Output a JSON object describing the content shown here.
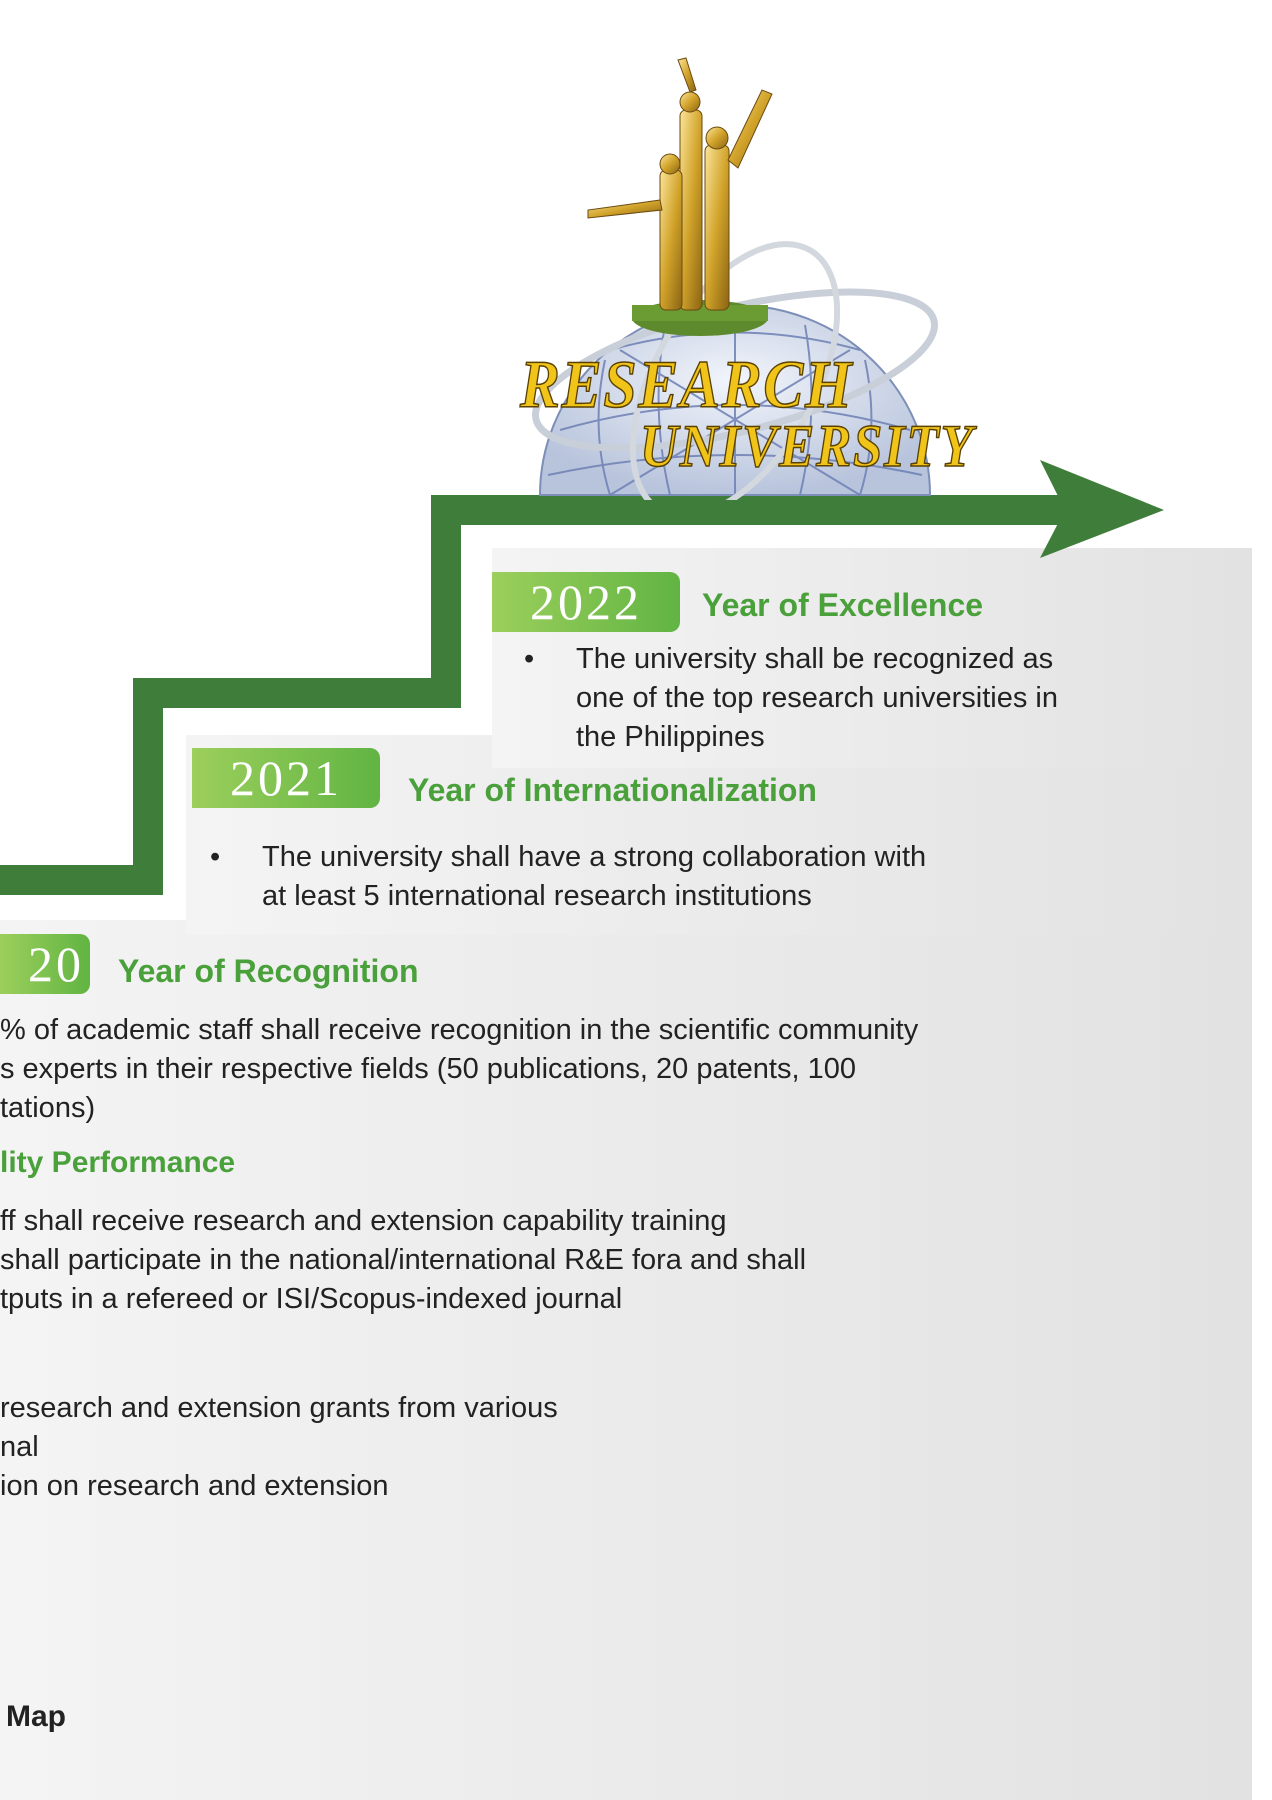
{
  "emblem": {
    "line1": "RESEARCH",
    "line2": "UNIVERSITY"
  },
  "milestones": [
    {
      "year": "2022",
      "title": "Year of Excellence",
      "lines": [
        "The university shall be recognized as",
        "one of the top research universities in",
        "the Philippines"
      ]
    },
    {
      "year": "2021",
      "title": "Year of Internationalization",
      "lines": [
        "The university shall have a strong collaboration with",
        "at least 5 international research institutions"
      ]
    },
    {
      "year": "20",
      "title": "Year of Recognition",
      "lines": [
        "% of academic staff shall receive recognition in the scientific community",
        "s experts in their respective fields (50 publications, 20 patents, 100",
        "tations)"
      ]
    }
  ],
  "section2": {
    "title": "lity Performance",
    "lines": [
      "ff shall receive research and extension capability training",
      " shall participate in the national/international R&E fora and shall",
      "tputs in a refereed or ISI/Scopus-indexed journal"
    ]
  },
  "section3": {
    "lines": [
      " research and extension grants from various",
      "nal",
      "ion on research and extension"
    ]
  },
  "footer": {
    "label": "Map"
  },
  "colors": {
    "stair_green": "#3f7d3a",
    "badge_green": "#61b443",
    "title_green": "#4aa03a",
    "emblem_gold": "#f0c419"
  }
}
